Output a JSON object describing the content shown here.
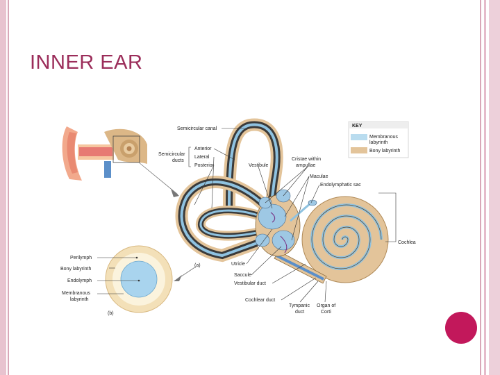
{
  "slide": {
    "title": "INNER EAR"
  },
  "diagram": {
    "labels": {
      "semicircular_canal": "Semicircular canal",
      "anterior": "Anterior",
      "lateral": "Lateral",
      "posterior": "Posterior",
      "semicircular_ducts_1": "Semicircular",
      "semicircular_ducts_2": "ducts",
      "vestibule": "Vestibule",
      "cristae_1": "Cristae within",
      "cristae_2": "ampullae",
      "macula": "Maculae",
      "endolymphatic_sac": "Endolymphatic sac",
      "cochlea": "Cochlea",
      "utricle": "Utricle",
      "saccule": "Saccule",
      "vestibular_duct": "Vestibular duct",
      "cochlear_duct": "Cochlear duct",
      "tympanic_duct_1": "Tympanic",
      "tympanic_duct_2": "duct",
      "organ_corti_1": "Organ of",
      "organ_corti_2": "Corti",
      "fig_a": "(a)",
      "fig_b": "(b)",
      "perilymph": "Perilymph",
      "bony_labyrinth_b": "Bony labyrinth",
      "endolymph": "Endolymph",
      "membranous_1": "Membranous",
      "membranous_2": "labyrinth"
    },
    "key": {
      "title": "KEY",
      "items": [
        {
          "label_1": "Membranous",
          "label_2": "labyrinth",
          "color": "#b9dcef"
        },
        {
          "label_1": "Bony labyrinth",
          "label_2": "",
          "color": "#e3c49a"
        }
      ]
    }
  }
}
